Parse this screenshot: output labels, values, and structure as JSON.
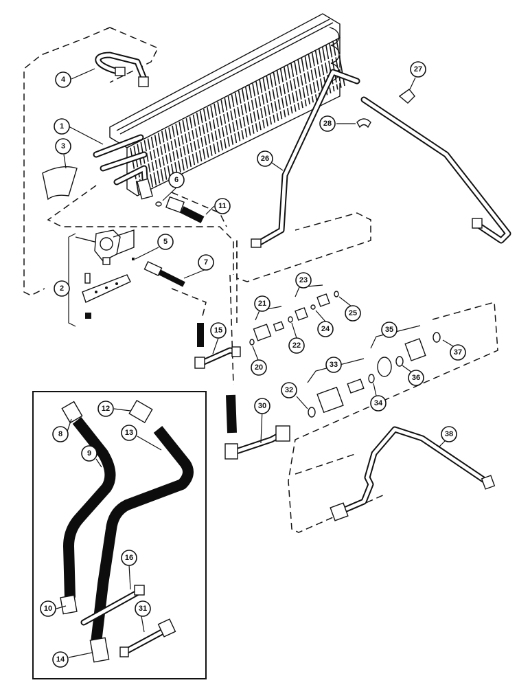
{
  "callouts": [
    {
      "id": "c1",
      "label": "1"
    },
    {
      "id": "c2",
      "label": "2"
    },
    {
      "id": "c3",
      "label": "3"
    },
    {
      "id": "c4",
      "label": "4"
    },
    {
      "id": "c5",
      "label": "5"
    },
    {
      "id": "c6",
      "label": "6"
    },
    {
      "id": "c7",
      "label": "7"
    },
    {
      "id": "c8",
      "label": "8"
    },
    {
      "id": "c9",
      "label": "9"
    },
    {
      "id": "c10",
      "label": "10"
    },
    {
      "id": "c11",
      "label": "11"
    },
    {
      "id": "c12",
      "label": "12"
    },
    {
      "id": "c13",
      "label": "13"
    },
    {
      "id": "c14",
      "label": "14"
    },
    {
      "id": "c15",
      "label": "15"
    },
    {
      "id": "c16",
      "label": "16"
    },
    {
      "id": "c20",
      "label": "20"
    },
    {
      "id": "c21",
      "label": "21"
    },
    {
      "id": "c22",
      "label": "22"
    },
    {
      "id": "c23",
      "label": "23"
    },
    {
      "id": "c24",
      "label": "24"
    },
    {
      "id": "c25",
      "label": "25"
    },
    {
      "id": "c26",
      "label": "26"
    },
    {
      "id": "c27",
      "label": "27"
    },
    {
      "id": "c28",
      "label": "28"
    },
    {
      "id": "c30",
      "label": "30"
    },
    {
      "id": "c31",
      "label": "31"
    },
    {
      "id": "c32",
      "label": "32"
    },
    {
      "id": "c33",
      "label": "33"
    },
    {
      "id": "c34",
      "label": "34"
    },
    {
      "id": "c35",
      "label": "35"
    },
    {
      "id": "c36",
      "label": "36"
    },
    {
      "id": "c37",
      "label": "37"
    },
    {
      "id": "c38",
      "label": "38"
    }
  ]
}
